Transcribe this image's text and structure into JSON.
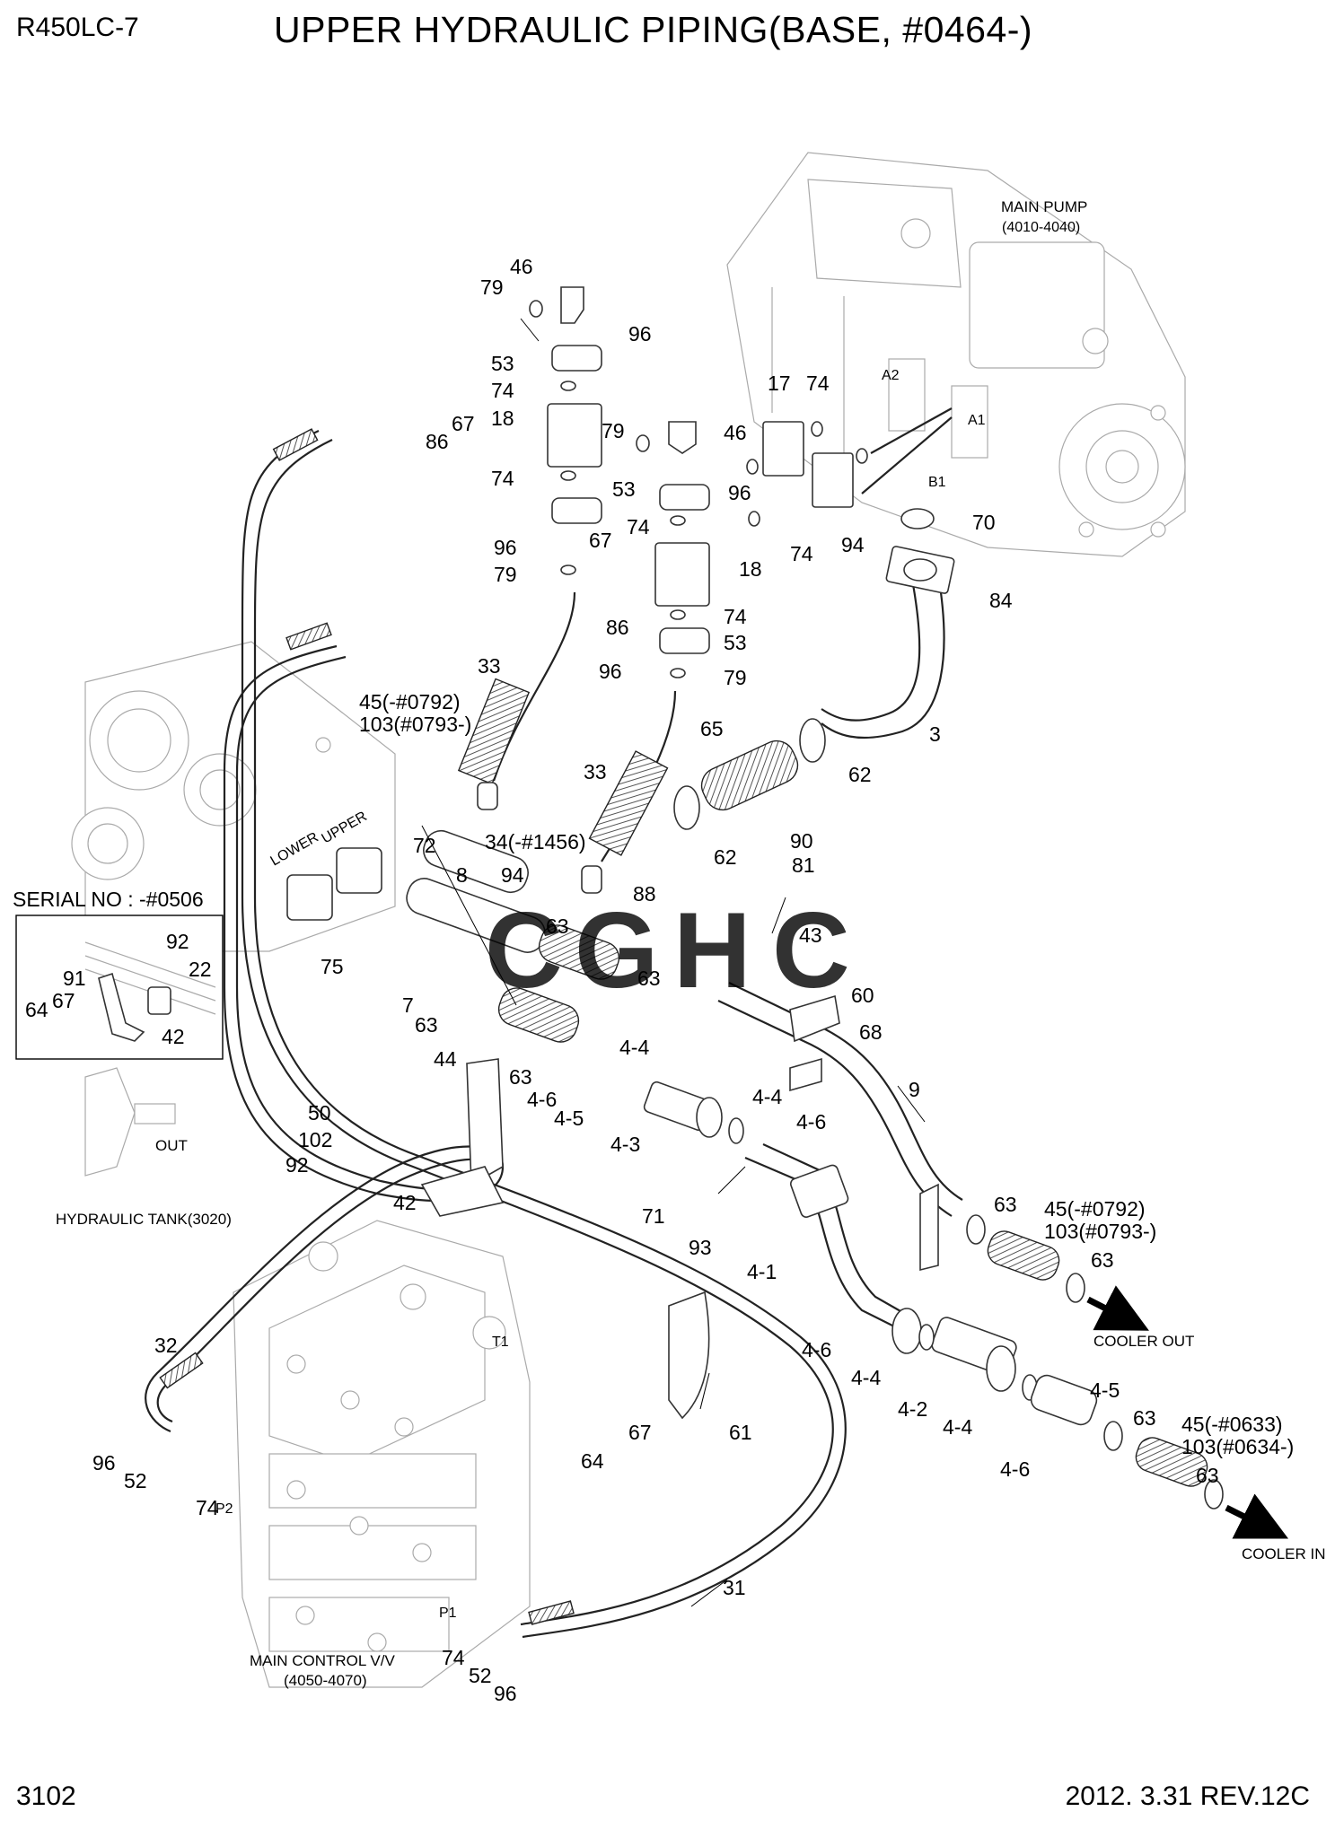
{
  "header": {
    "model": "R450LC-7",
    "title": "UPPER HYDRAULIC PIPING(BASE, #0464-)"
  },
  "footer": {
    "page_number": "3102",
    "revision": "2012. 3.31  REV.12C"
  },
  "components": {
    "main_pump": "MAIN PUMP",
    "main_pump_code": "(4010-4040)",
    "hydraulic_tank": "HYDRAULIC TANK(3020)",
    "main_control_valve": "MAIN CONTROL V/V",
    "main_control_valve_code": "(4050-4070)",
    "cooler_out": "COOLER OUT",
    "cooler_in": "COOLER IN",
    "tank_out": "OUT",
    "port_a1": "A1",
    "port_a2": "A2",
    "port_b1": "B1",
    "port_p1": "P1",
    "port_p2": "P2",
    "port_t1": "T1",
    "port_lower": "LOWER",
    "port_upper": "UPPER"
  },
  "inset": {
    "serial_label": "SERIAL NO : -#0506",
    "callouts": [
      "92",
      "22",
      "91",
      "67",
      "64",
      "42"
    ]
  },
  "watermark": "CGHC",
  "callouts": [
    "46",
    "79",
    "96",
    "53",
    "74",
    "18",
    "67",
    "86",
    "74",
    "79",
    "46",
    "53",
    "96",
    "74",
    "67",
    "18",
    "96",
    "79",
    "86",
    "74",
    "53",
    "96",
    "79",
    "17",
    "74",
    "74",
    "94",
    "70",
    "84",
    "33",
    "45(-#0792)",
    "103(#0793-)",
    "33",
    "34(-#1456)",
    "65",
    "62",
    "3",
    "62",
    "90",
    "81",
    "72",
    "8",
    "94",
    "88",
    "43",
    "75",
    "63",
    "63",
    "7",
    "63",
    "60",
    "68",
    "63",
    "4-4",
    "4-6",
    "4-5",
    "4-3",
    "4-4",
    "4-6",
    "9",
    "44",
    "50",
    "102",
    "92",
    "42",
    "71",
    "93",
    "4-1",
    "63",
    "45(-#0792)",
    "103(#0793-)",
    "63",
    "32",
    "96",
    "52",
    "74",
    "67",
    "64",
    "61",
    "4-6",
    "4-4",
    "4-2",
    "4-4",
    "4-5",
    "4-6",
    "63",
    "45(-#0633)",
    "103(#0634-)",
    "63",
    "31",
    "74",
    "52",
    "96"
  ]
}
